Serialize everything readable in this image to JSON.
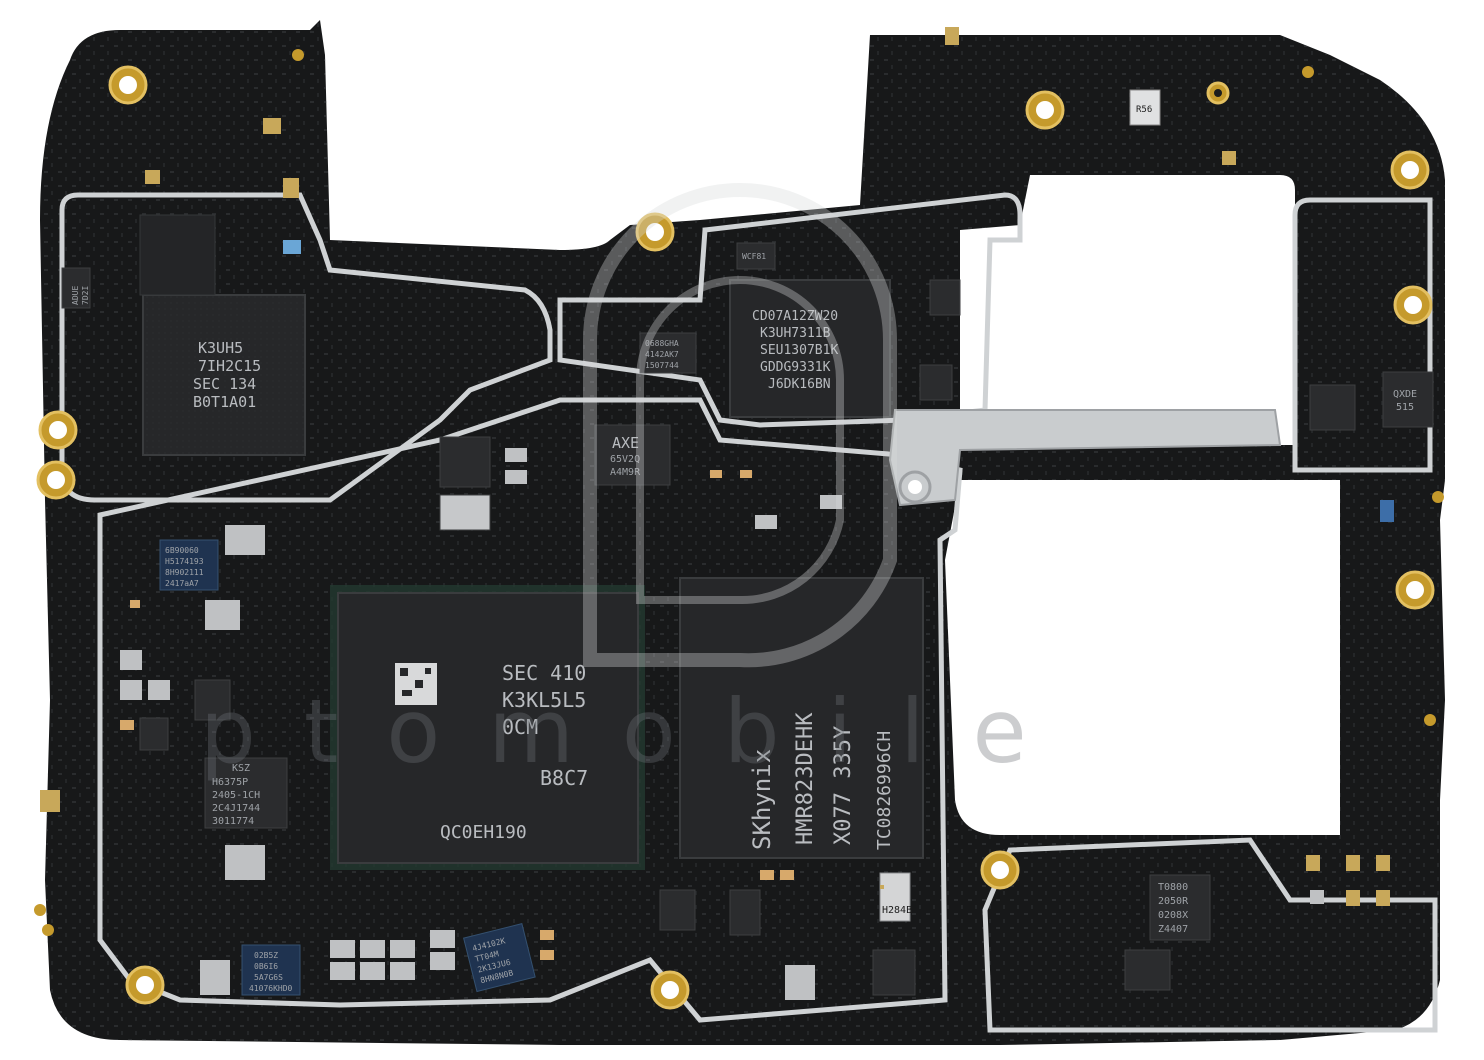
{
  "watermark": {
    "text": "ptomobile",
    "logo_icon": "ptomobile-logo-icon"
  },
  "chips": {
    "ufs_left": {
      "lines": [
        "K3UH5",
        "7IH2C15",
        "SEC 134",
        "B0T1A01"
      ]
    },
    "ufs_right": {
      "lines": [
        "CD07A12ZW20",
        "K3UH7311B",
        "SEU1307B1K",
        "GDDG9331K",
        "J6DK16BN"
      ]
    },
    "soc": {
      "lines": [
        "SEC 410",
        "K3KL5L5",
        "0CM",
        "B8C7"
      ],
      "code": "QC0EH190"
    },
    "dram": {
      "lines": [
        "SKhynix",
        "HMR823DEHK",
        "X077 335Y",
        "TC0826996CH"
      ]
    },
    "pmic_a": {
      "lines": [
        "AXE",
        "65V2Q",
        "A4M9R"
      ]
    },
    "pmic_b": {
      "lines": [
        "KSZ",
        "H6375P",
        "2405-1CH",
        "2C4J1744",
        "3011774"
      ]
    },
    "pmic_c": {
      "lines": [
        "6B90060",
        "H5174193",
        "8H902111",
        "2417aA7"
      ]
    },
    "pmic_d": {
      "lines": [
        "02B5Z",
        "0B6I6",
        "5A7G6S",
        "41076KHD0"
      ]
    },
    "pmic_e": {
      "lines": [
        "4J4102K",
        "TT04M",
        "2K13JU6",
        "8HN8N0B"
      ]
    },
    "pmic_f": {
      "lines": [
        "T0800",
        "2050R",
        "0208X",
        "Z4407"
      ]
    },
    "small_1": {
      "lines": [
        "0688GHA",
        "4142AK7",
        "1507744"
      ]
    },
    "small_2": {
      "lines": [
        "QXDE",
        "515"
      ]
    },
    "osc": {
      "lines": [
        "H284B"
      ]
    },
    "wcf": {
      "lines": [
        "WCF81"
      ]
    },
    "side_label": {
      "lines": [
        "ADUE",
        "7D2I"
      ]
    },
    "res_label": {
      "lines": [
        "R56"
      ]
    }
  }
}
